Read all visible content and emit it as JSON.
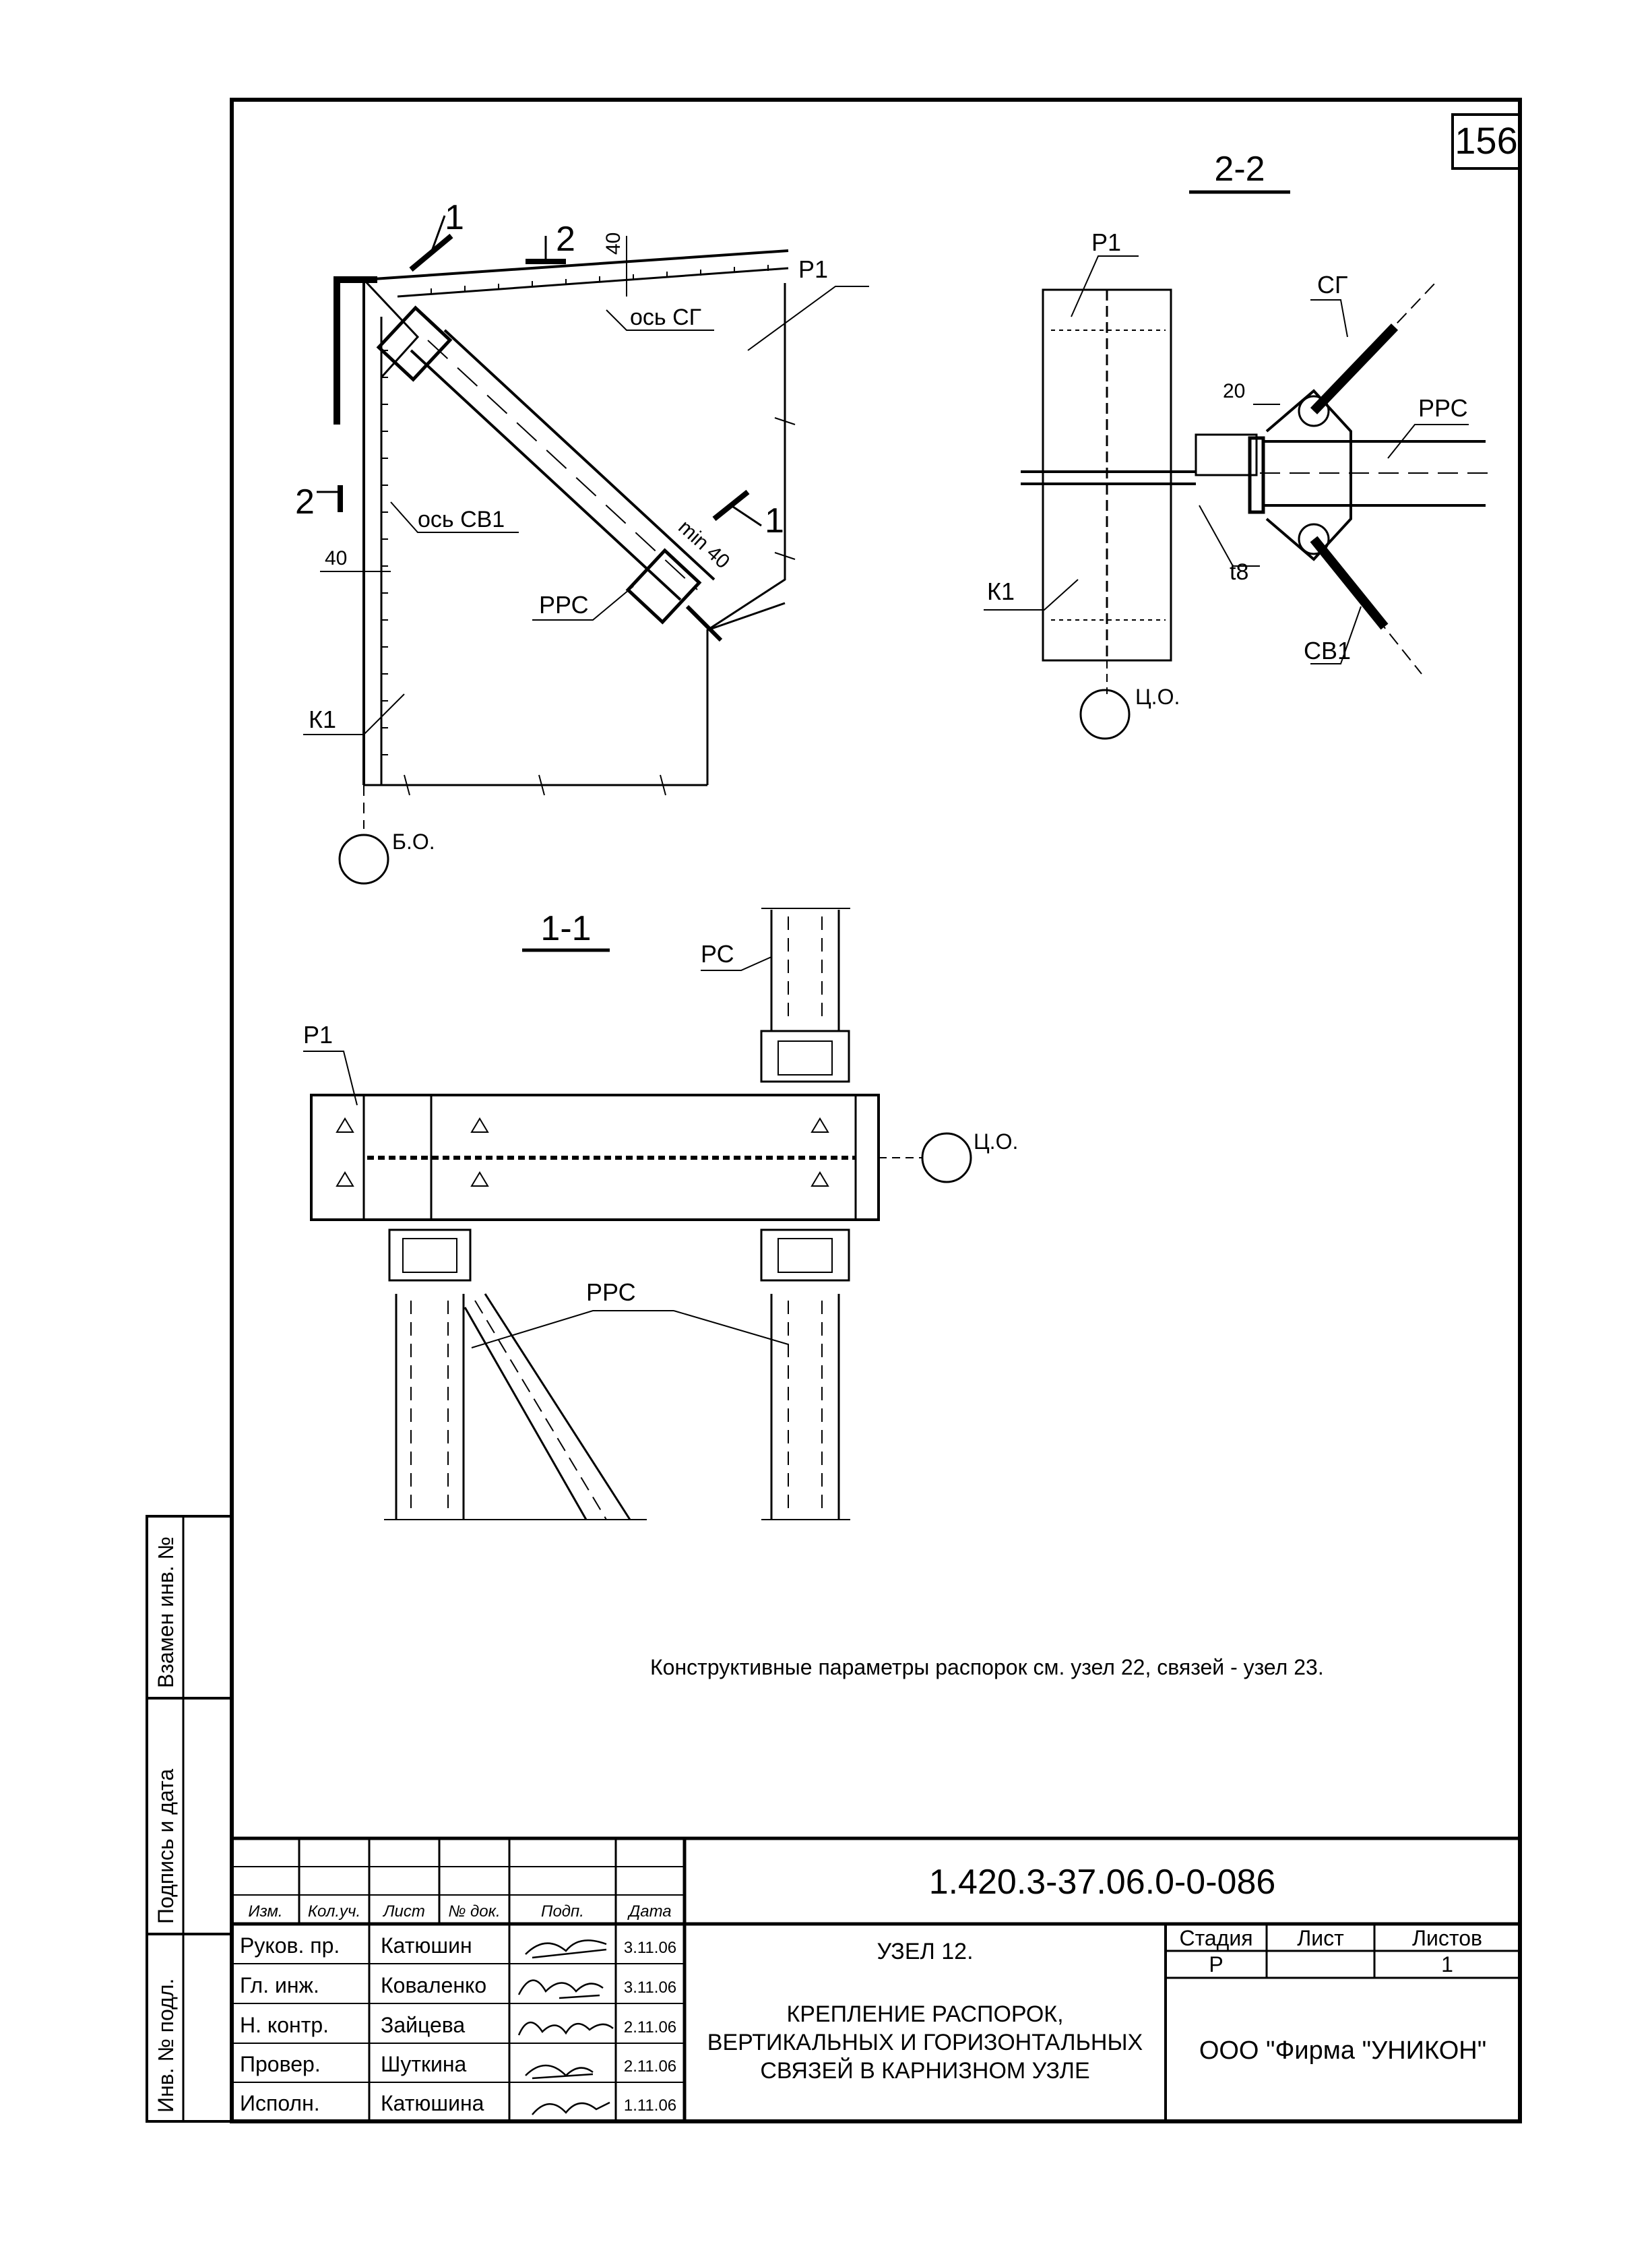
{
  "sheet": {
    "number": "156"
  },
  "views": {
    "v22": {
      "title": "2-2"
    },
    "v11": {
      "title": "1-1"
    }
  },
  "main_view": {
    "cut1_label": "1",
    "cut2_label": "2",
    "dim_40": "40",
    "dim_min40": "min 40",
    "axis_sg": "ось СГ",
    "axis_sv1": "ось СВ1",
    "part_r1": "Р1",
    "part_rrs": "РРС",
    "part_k1": "К1",
    "bubble_bo": "Б.О."
  },
  "view_22": {
    "part_r1": "Р1",
    "part_sg": "СГ",
    "part_rrs": "РРС",
    "dim_20": "20",
    "part_k1": "К1",
    "part_t8": "t8",
    "part_sv1": "СВ1",
    "bubble_co": "Ц.О."
  },
  "view_11": {
    "part_rs": "РС",
    "part_r1": "Р1",
    "part_rrs": "РРС",
    "bubble_co": "Ц.О."
  },
  "note": "Конструктивные параметры распорок см. узел 22, связей - узел 23.",
  "side_stamp": {
    "inv_vzam": "Взамен инв. №",
    "sign_date": "Подпись и дата",
    "inv_podl": "Инв. № подл."
  },
  "title_block": {
    "doc_code": "1.420.3-37.06.0-0-086",
    "headers": [
      "Изм.",
      "Кол.уч.",
      "Лист",
      "№ док.",
      "Подп.",
      "Дата"
    ],
    "rows": [
      {
        "role": "Руков. пр.",
        "name": "Катюшин",
        "date": "3.11.06"
      },
      {
        "role": "Гл. инж.",
        "name": "Коваленко",
        "date": "3.11.06"
      },
      {
        "role": "Н. контр.",
        "name": "Зайцева",
        "date": "2.11.06"
      },
      {
        "role": "Провер.",
        "name": "Шуткина",
        "date": "2.11.06"
      },
      {
        "role": "Исполн.",
        "name": "Катюшина",
        "date": "1.11.06"
      }
    ],
    "node": "УЗЕЛ 12.",
    "desc_line1": "КРЕПЛЕНИЕ РАСПОРОК,",
    "desc_line2": "ВЕРТИКАЛЬНЫХ И ГОРИЗОНТАЛЬНЫХ",
    "desc_line3": "СВЯЗЕЙ В КАРНИЗНОМ УЗЛЕ",
    "stage_label": "Стадия",
    "sheet_label": "Лист",
    "sheets_label": "Листов",
    "stage_value": "Р",
    "sheet_value": "",
    "sheets_value": "1",
    "company": "ООО \"Фирма \"УНИКОН\""
  }
}
